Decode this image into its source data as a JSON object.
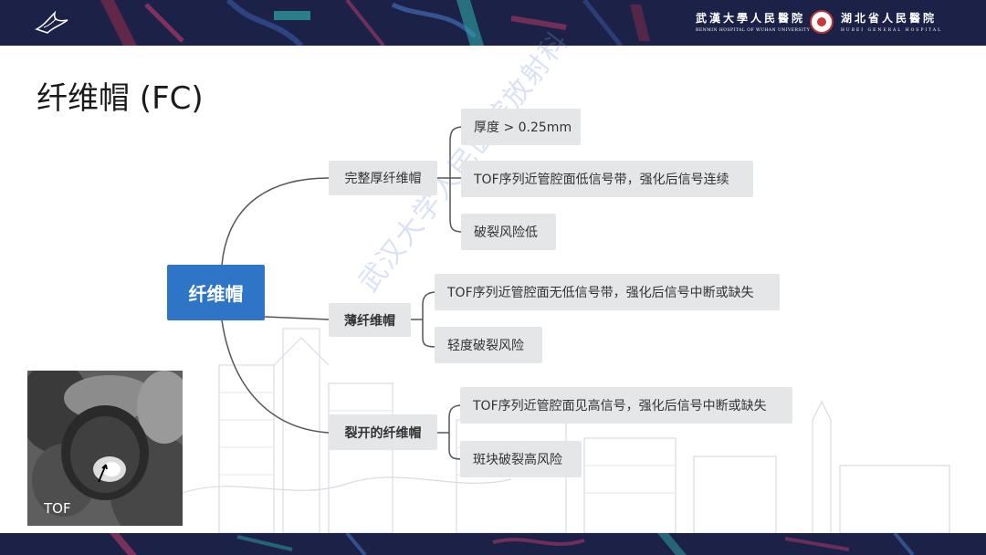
{
  "header": {
    "hospital_1_cn": "武漢大學人民醫院",
    "hospital_1_en": "RENMIN HOSPITAL OF WUHAN UNIVERSITY",
    "hospital_2_cn": "湖北省人民醫院",
    "hospital_2_en": "HUBEI GENERAL HOSPITAL"
  },
  "slide": {
    "title": "纤维帽 (FC)"
  },
  "mindmap": {
    "root": "纤维帽",
    "branches": [
      {
        "label": "完整厚纤维帽",
        "children": [
          "厚度 > 0.25mm",
          "TOF序列近管腔面低信号带，强化后信号连续",
          "破裂风险低"
        ]
      },
      {
        "label": "薄纤维帽",
        "children": [
          "TOF序列近管腔面无低信号带，强化后信号中断或缺失",
          "轻度破裂风险"
        ]
      },
      {
        "label": "裂开的纤维帽",
        "children": [
          "TOF序列近管腔面见高信号，强化后信号中断或缺失",
          "斑块破裂高风险"
        ]
      }
    ]
  },
  "image": {
    "label": "TOF"
  },
  "watermark": "武汉大学人民医院放射科",
  "colors": {
    "header_bg": "#1c2247",
    "root_bg": "#2e75c7",
    "node_bg": "#e4e6e8",
    "connector": "#555555"
  }
}
